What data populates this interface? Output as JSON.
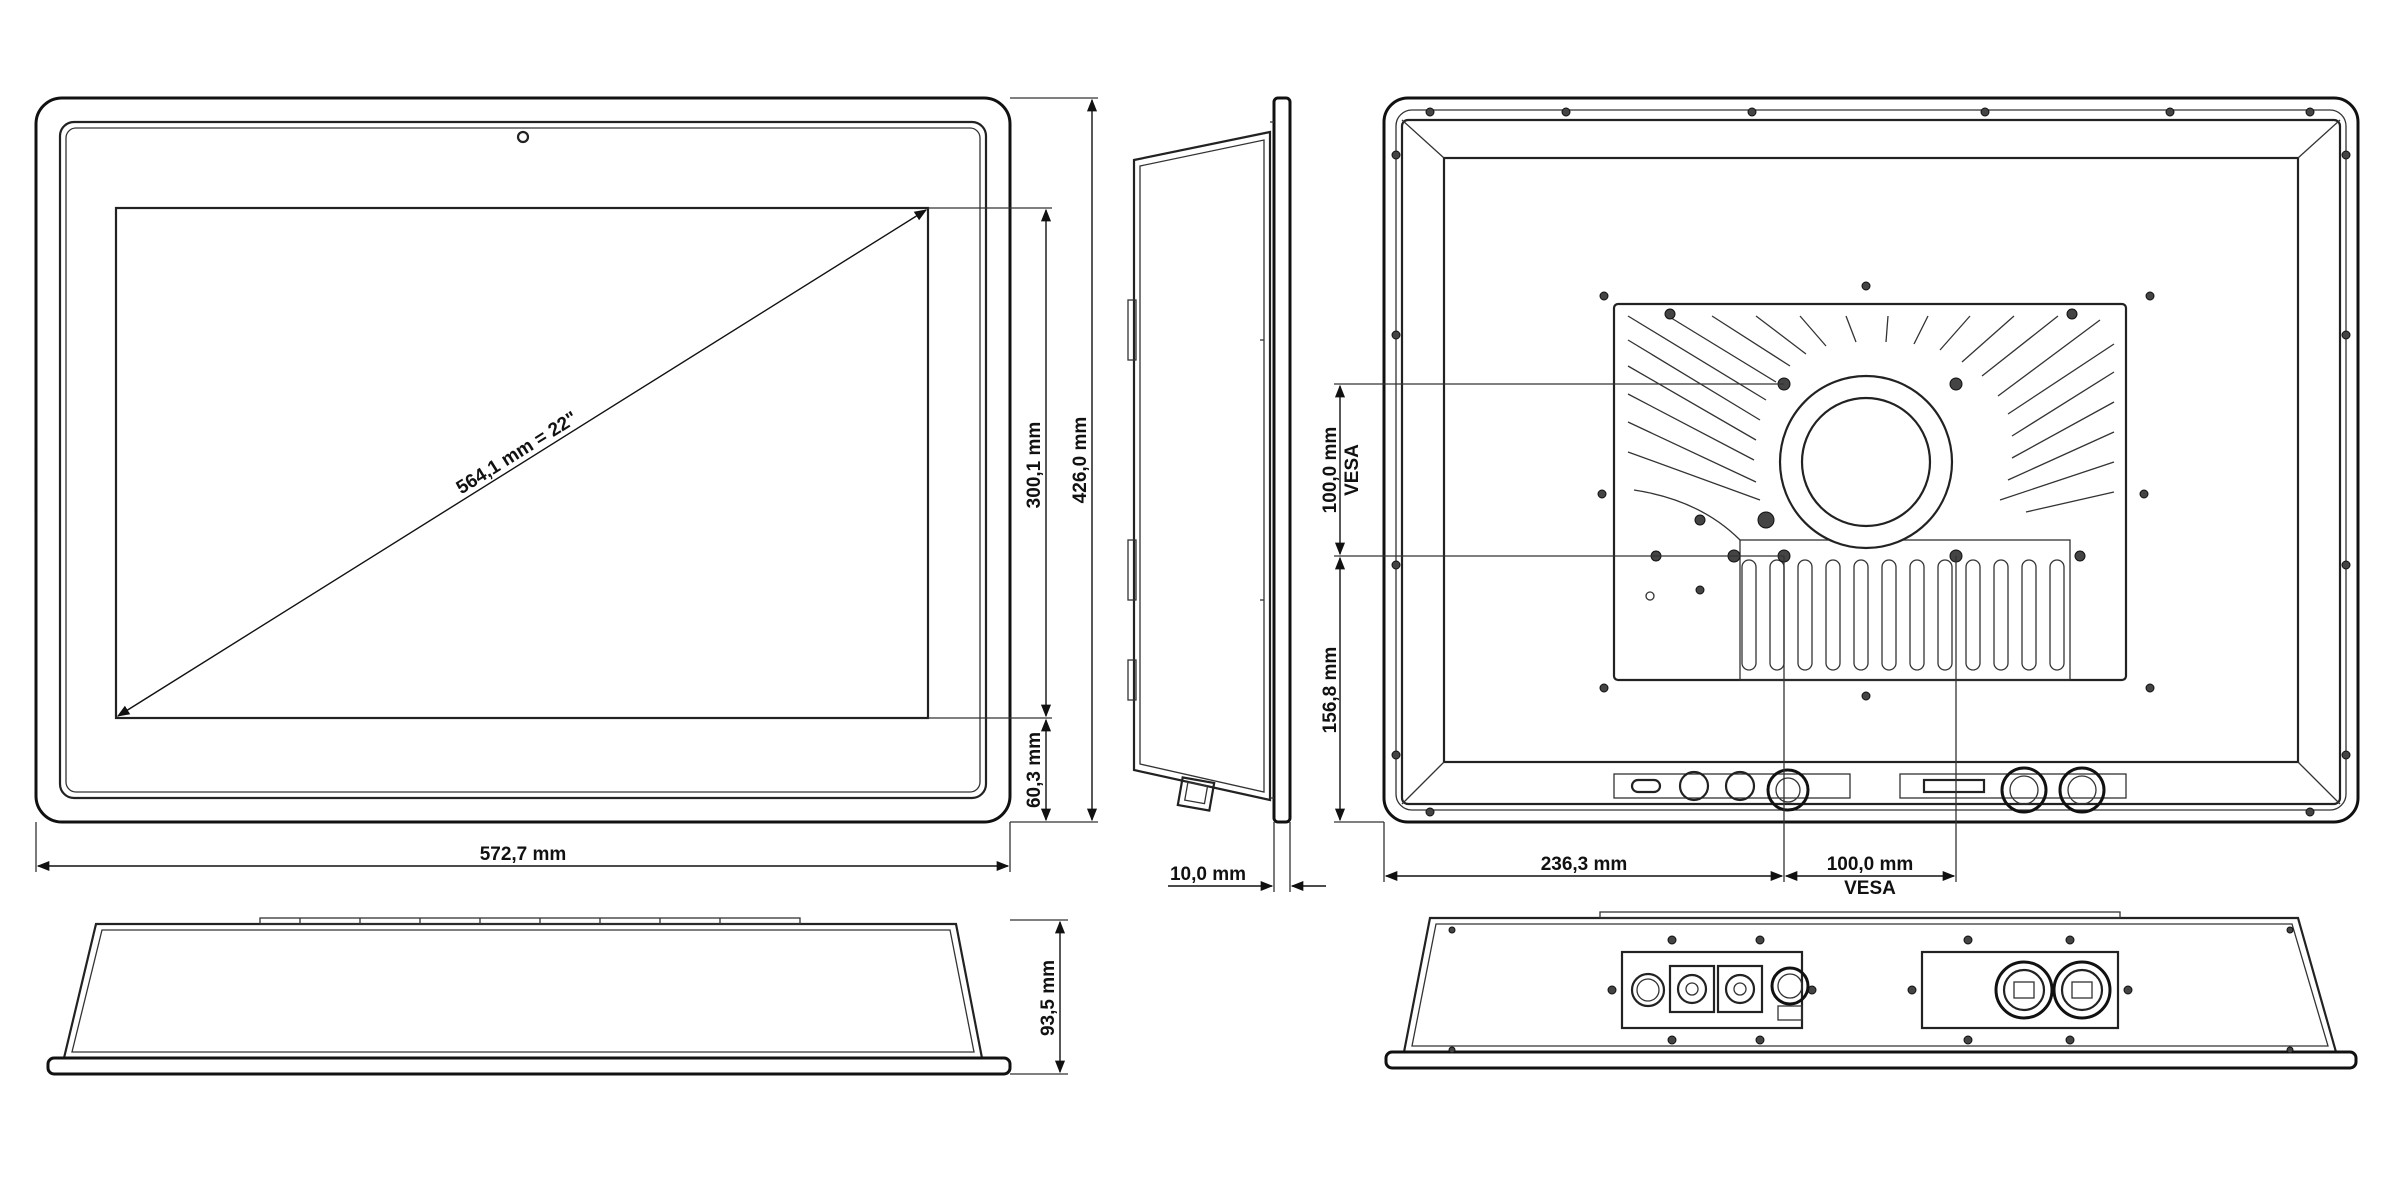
{
  "dimensions": {
    "diagonal": "564,1 mm = 22\"",
    "screen_height": "300,1 mm",
    "total_height": "426,0 mm",
    "bottom_offset": "60,3 mm",
    "total_width": "572,7 mm",
    "depth_side": "10,0 mm",
    "depth_bottom": "93,5 mm",
    "vesa_vertical_value": "100,0 mm",
    "vesa_vertical_label": "VESA",
    "lower_offset": "156,8 mm",
    "left_offset": "236,3 mm",
    "vesa_horizontal_value": "100,0 mm",
    "vesa_horizontal_label": "VESA"
  }
}
